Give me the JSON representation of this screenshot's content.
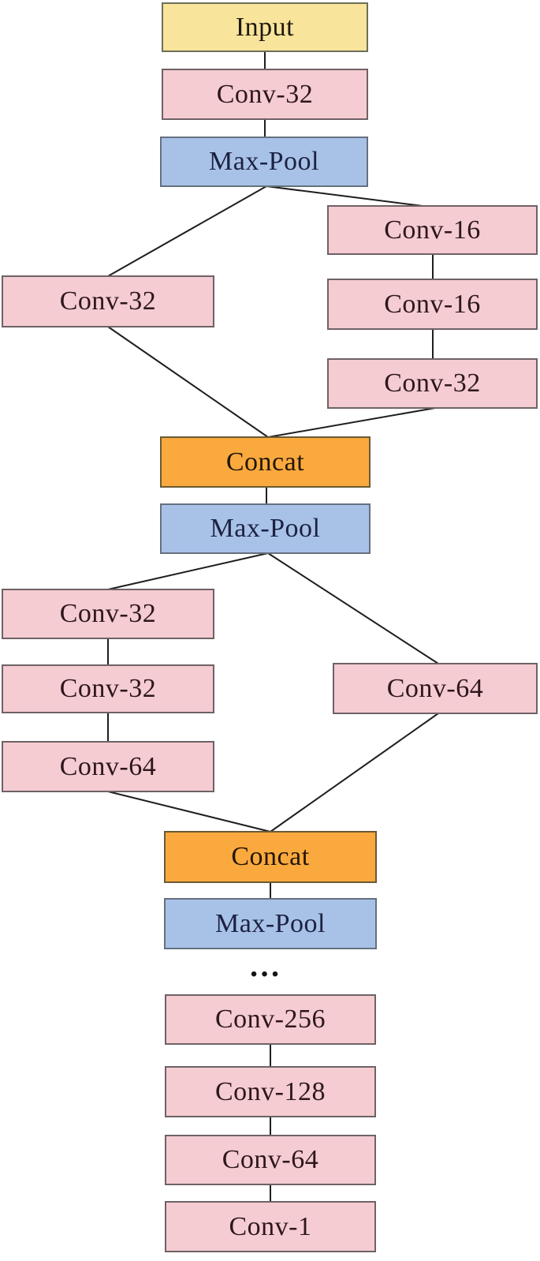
{
  "diagram": {
    "type": "cnn-architecture-flowchart",
    "background": "#ffffff",
    "colors": {
      "input_fill": "#f8e49a",
      "conv_fill": "#f4ccd2",
      "pool_fill": "#a8c2e7",
      "concat_fill": "#faa93e",
      "box_border": "#5f5f5f",
      "edge_line": "#1e1e1e",
      "text": "#241519"
    },
    "ellipsis": "…",
    "nodes": {
      "input": {
        "label": "Input",
        "type": "input"
      },
      "conv32_stem": {
        "label": "Conv-32",
        "type": "conv"
      },
      "maxpool1": {
        "label": "Max-Pool",
        "type": "pool"
      },
      "b1_left_conv32": {
        "label": "Conv-32",
        "type": "conv"
      },
      "b1_right_conv16a": {
        "label": "Conv-16",
        "type": "conv"
      },
      "b1_right_conv16b": {
        "label": "Conv-16",
        "type": "conv"
      },
      "b1_right_conv32": {
        "label": "Conv-32",
        "type": "conv"
      },
      "concat1": {
        "label": "Concat",
        "type": "concat"
      },
      "maxpool2": {
        "label": "Max-Pool",
        "type": "pool"
      },
      "b2_left_conv32a": {
        "label": "Conv-32",
        "type": "conv"
      },
      "b2_left_conv32b": {
        "label": "Conv-32",
        "type": "conv"
      },
      "b2_right_conv64": {
        "label": "Conv-64",
        "type": "conv"
      },
      "b2_left_conv64": {
        "label": "Conv-64",
        "type": "conv"
      },
      "concat2": {
        "label": "Concat",
        "type": "concat"
      },
      "maxpool3": {
        "label": "Max-Pool",
        "type": "pool"
      },
      "conv256": {
        "label": "Conv-256",
        "type": "conv"
      },
      "conv128": {
        "label": "Conv-128",
        "type": "conv"
      },
      "conv64_tail": {
        "label": "Conv-64",
        "type": "conv"
      },
      "conv1": {
        "label": "Conv-1",
        "type": "conv"
      }
    }
  }
}
